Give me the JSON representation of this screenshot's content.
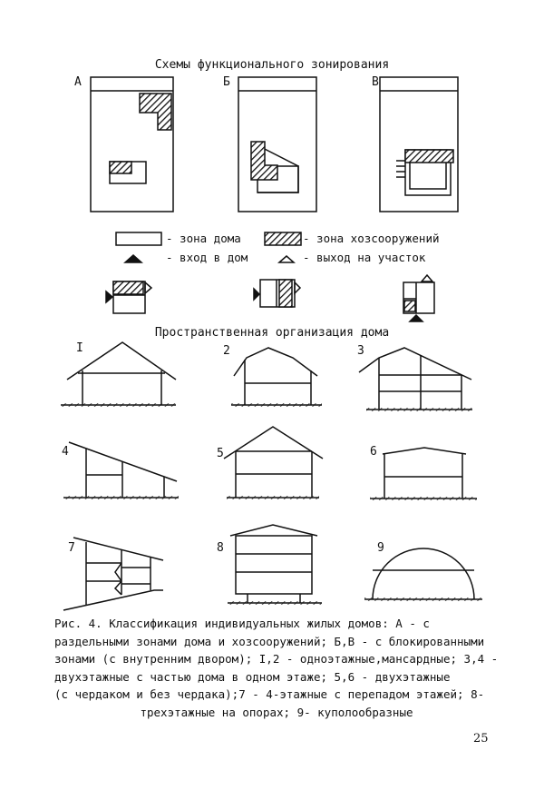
{
  "title_zoning": "Схемы функционального зонирования",
  "title_spatial": "Пространственная организация дома",
  "schema_labels": [
    "А",
    "Б",
    "В"
  ],
  "legend": {
    "house_zone": "- зона дома",
    "service_zone": "- зона хозсооружений",
    "house_entry": "- вход в дом",
    "site_entry": "- выход на участок"
  },
  "house_labels": [
    "I",
    "2",
    "3",
    "4",
    "5",
    "6",
    "7",
    "8",
    "9"
  ],
  "caption_lines": [
    "Рис. 4.  Классификация индивидуальных жилых домов: А - с",
    "раздельными зонами дома и хозсооружений; Б,В - с блокированными",
    "зонами (с внутренним двором); I,2 - одноэтажные,мансардные; 3,4 -",
    "двухэтажные с частью дома в одном этаже; 5,6 - двухэтажные",
    "(с чердаком и без чердака);7 - 4-этажные с перепадом этажей; 8-",
    "трехэтажные на опорах; 9- куполообразные"
  ],
  "page_number": "25"
}
